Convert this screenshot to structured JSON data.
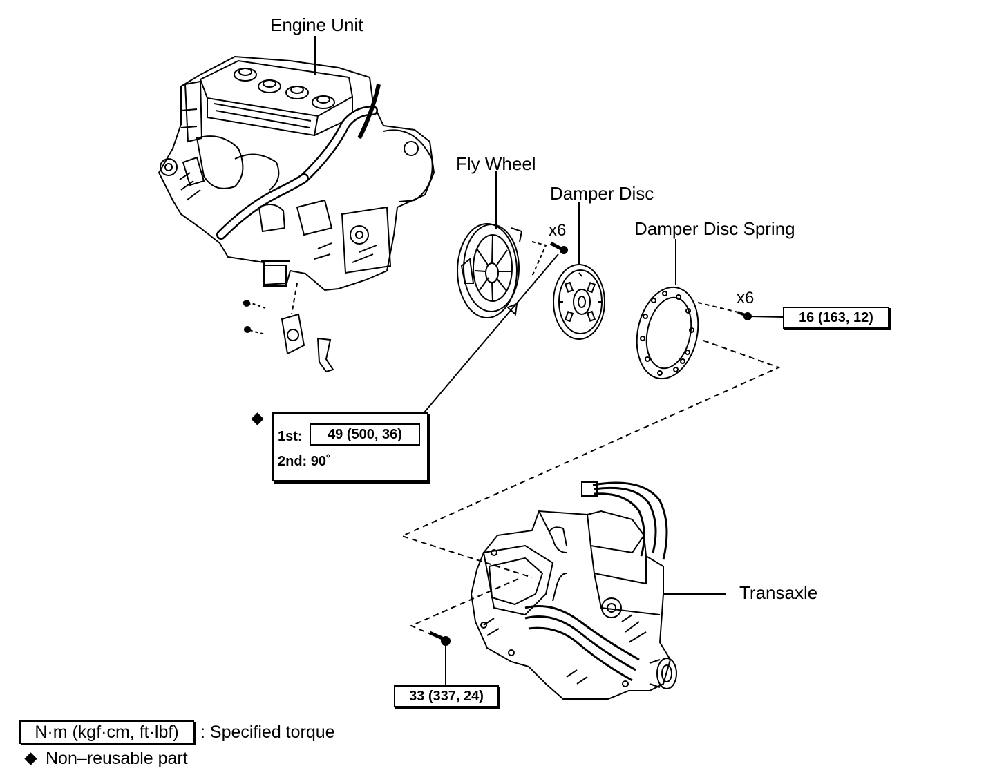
{
  "labels": {
    "engine_unit": "Engine Unit",
    "fly_wheel": "Fly Wheel",
    "damper_disc": "Damper Disc",
    "damper_disc_spring": "Damper Disc Spring",
    "transaxle": "Transaxle"
  },
  "quantities": {
    "flywheel_bolts": "x6",
    "spring_bolts": "x6"
  },
  "torques": {
    "spring_bolt": "16 (163, 12)",
    "transaxle_bolt": "33 (337, 24)",
    "flywheel_first_label": "1st:",
    "flywheel_first_value": "49 (500, 36)",
    "flywheel_second": "2nd: 90˚"
  },
  "legend": {
    "torque_units": "N·m (kgf·cm, ft·lbf)",
    "torque_meaning": ": Specified torque",
    "nonreusable": "Non–reusable part"
  },
  "icons": [
    "non-reusable-diamond-icon"
  ]
}
